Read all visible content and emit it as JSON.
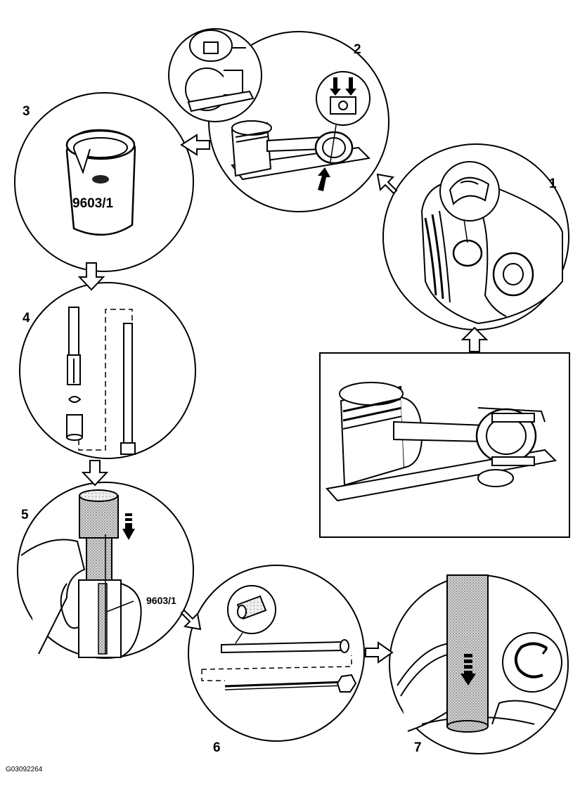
{
  "figure_id": "G03092264",
  "steps": [
    {
      "number": "1"
    },
    {
      "number": "2"
    },
    {
      "number": "3",
      "tool_label": "9603/1"
    },
    {
      "number": "4"
    },
    {
      "number": "5",
      "tool_label": "9603/1"
    },
    {
      "number": "6"
    },
    {
      "number": "7"
    }
  ],
  "colors": {
    "line": "#000000",
    "background": "#ffffff",
    "shade": "#9a9a9a",
    "light_shade": "#cfcfcf"
  },
  "icons": [
    "flow-arrow-icon",
    "press-down-arrow-icon",
    "push-up-arrow-icon"
  ]
}
